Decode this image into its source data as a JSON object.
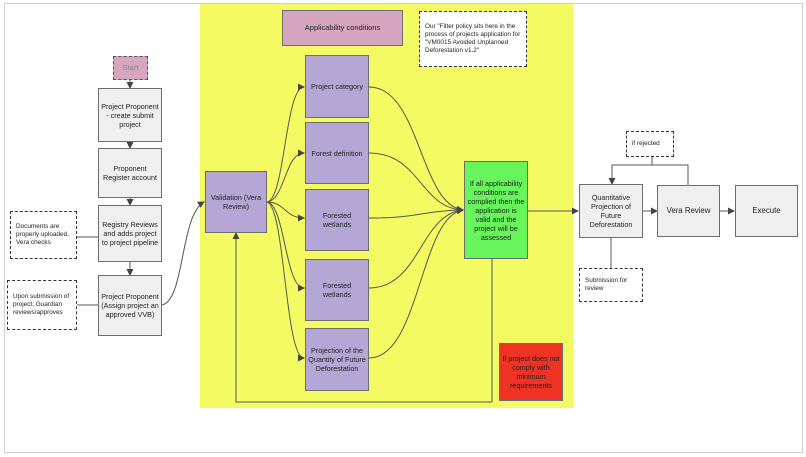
{
  "nodes": {
    "applicability_conditions": "Applicability conditions",
    "filter_note": "Our \"Filter policy sits here in the process of projects application for \"VM0015 Avoided Unplanned Deforestation v1.2\"",
    "start": "Start",
    "project_proponent_submit": "Project Proponent - create submit project",
    "proponent_register": "Proponent Register account",
    "registry_reviews": "Registry Reviews and adds project to project pipeline",
    "project_proponent_assign": "Project Proponent (Assign project an approved VVB)",
    "documents_note": "Documents are properly uploaded, Vera checks",
    "submission_note": "Upon submission of project, Guardian reviews/approves",
    "validation": "Validation (Vera Review)",
    "project_category": "Project category",
    "forest_definition": "Forest definition",
    "forested_wetlands_1": "Forested wetlands",
    "forested_wetlands_2": "Forested wetlands",
    "projection_quantity": "Projection of the Quantity of Future Deforestation",
    "all_conditions": "If all applicability conditions are complied then the application is valid and the project will be assessed",
    "not_comply": "If project does not comply with minimum requirements",
    "quantitative_projection": "Quantitative Projection of Future Deforestation",
    "vera_review": "Vera Review",
    "execute": "Execute",
    "if_rejected": "if rejected",
    "submission_for_review": "Submission for review"
  },
  "colors": {
    "highlight_area": "#f4fb62",
    "process_box": "#efefef",
    "condition_box": "#b4a7d6",
    "label_box": "#d5a6bd",
    "success_box": "#66f55a",
    "fail_box": "#ee3224"
  }
}
